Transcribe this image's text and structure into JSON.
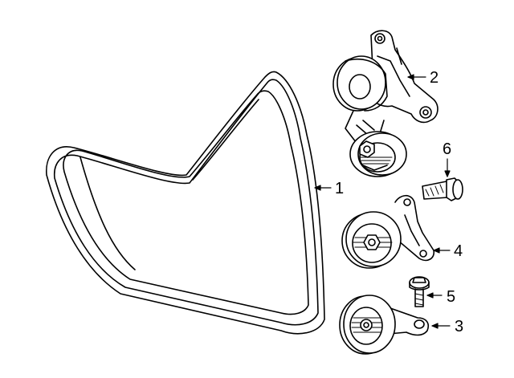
{
  "diagram": {
    "colors": {
      "line": "#000000",
      "fill": "#ffffff"
    },
    "callouts": [
      {
        "id": "1",
        "label": "1",
        "part": "belt"
      },
      {
        "id": "2",
        "label": "2",
        "part": "tensioner-assembly"
      },
      {
        "id": "3",
        "label": "3",
        "part": "idler-pulley-lower"
      },
      {
        "id": "4",
        "label": "4",
        "part": "idler-pulley-upper"
      },
      {
        "id": "5",
        "label": "5",
        "part": "bolt"
      },
      {
        "id": "6",
        "label": "6",
        "part": "bolt"
      }
    ]
  }
}
